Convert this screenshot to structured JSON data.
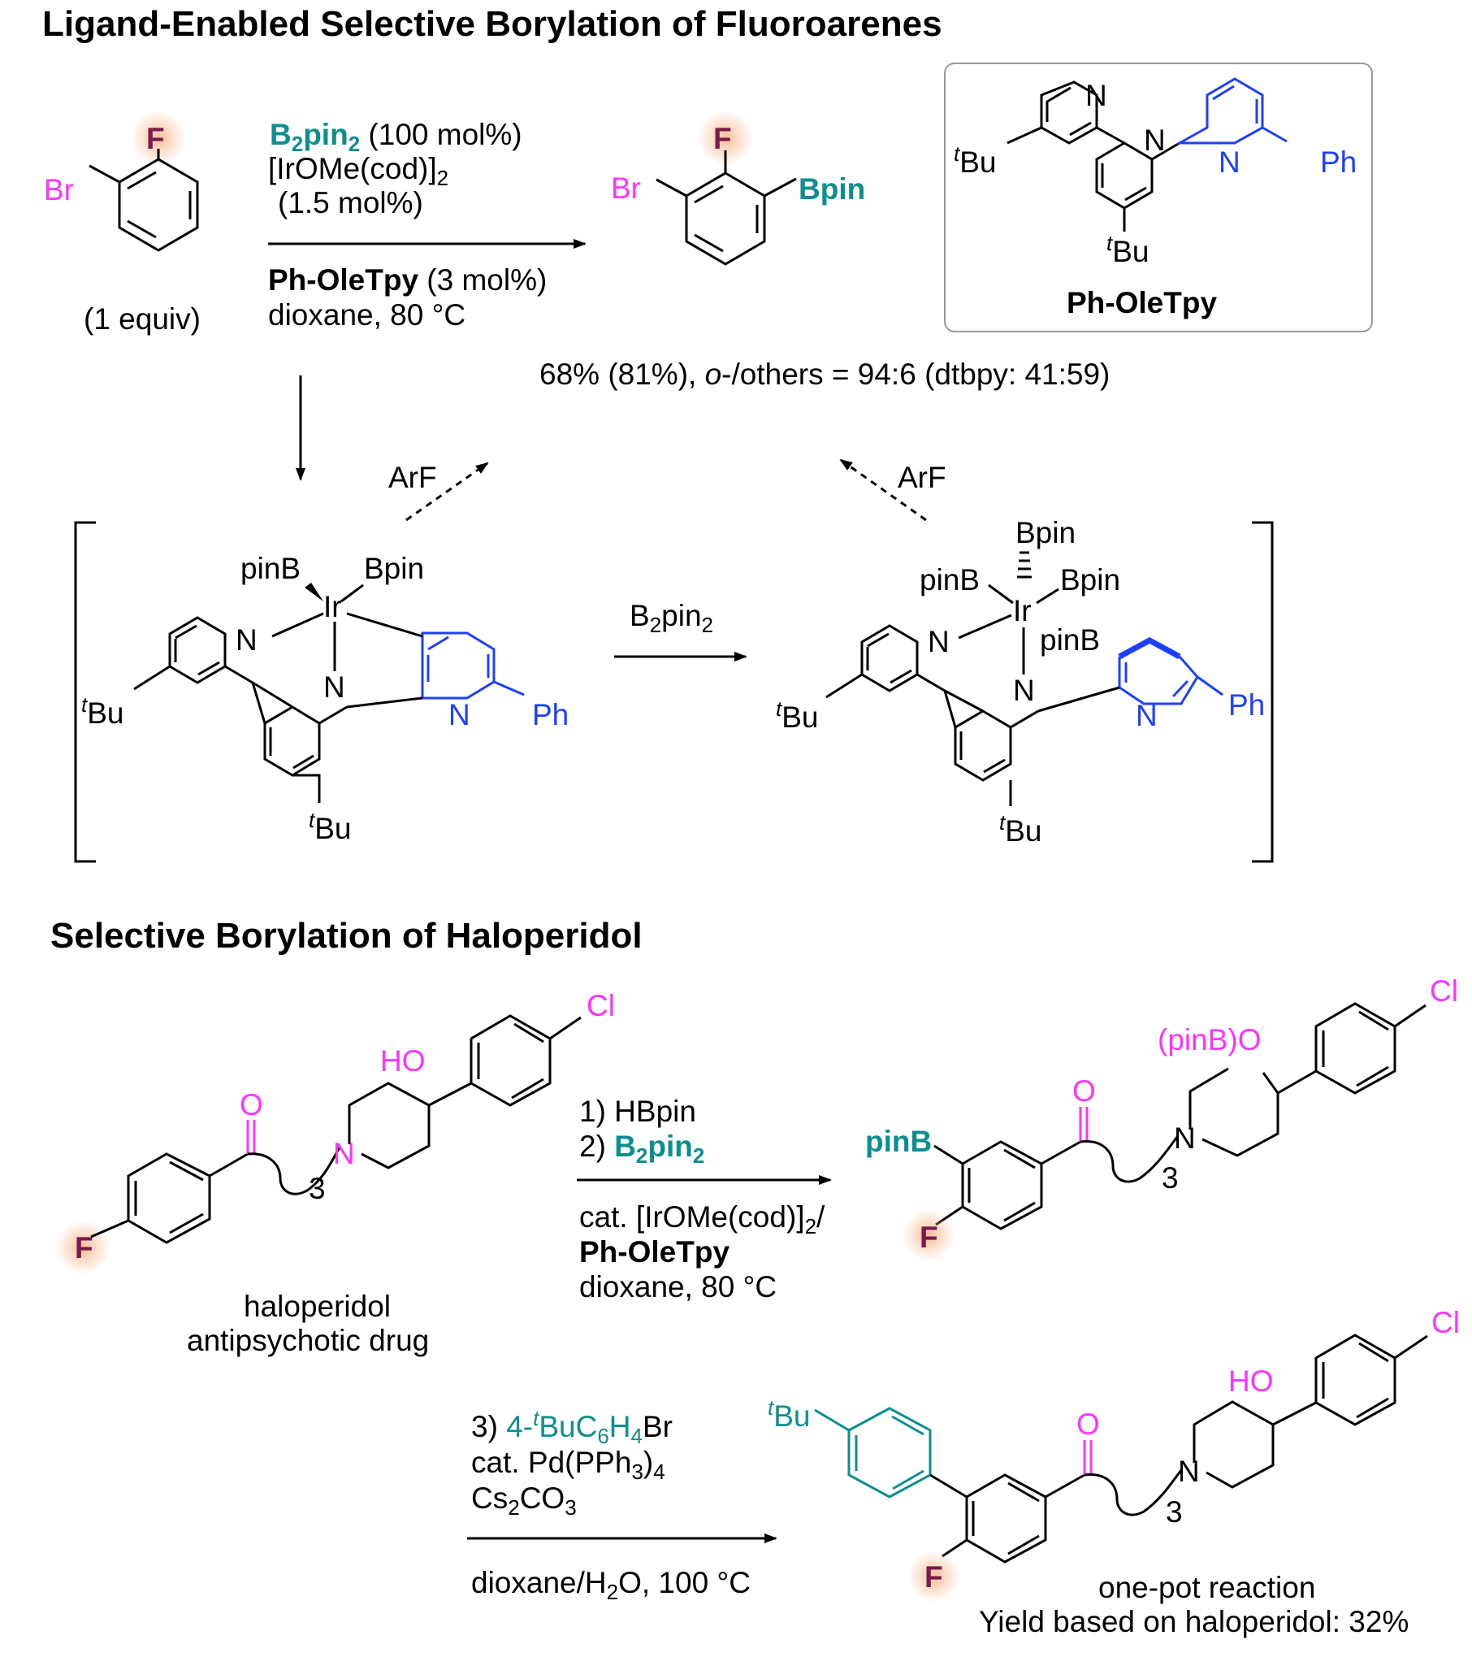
{
  "section1_title": "Ligand-Enabled Selective Borylation of Fluoroarenes",
  "section2_title": "Selective Borylation of Haloperidol",
  "atoms": {
    "F": "F",
    "Br": "Br",
    "N": "N",
    "Ir": "Ir",
    "Bpin": "Bpin",
    "pinB": "pinB",
    "Ph": "Ph",
    "Bu": "Bu",
    "t": "t",
    "O": "O",
    "HO": "HO",
    "Cl": "Cl",
    "pinBO": "(pinB)O",
    "sub3": "3"
  },
  "reaction1": {
    "reactant_equiv": "(1 equiv)",
    "b2pin2_main": "B",
    "b2pin2_sub": "2",
    "b2pin2_pin": "pin",
    "b2pin2_sub2": "2",
    "b2pin2_amount": " (100 mol%)",
    "catalyst": "[IrOMe(cod)]",
    "catalyst_sub": "2",
    "catalyst_amount": "(1.5 mol%)",
    "ligand": "Ph-OleTpy",
    "ligand_amount": " (3 mol%)",
    "solvent": "dioxane, 80 °C",
    "yield_pre": "68% (81%), ",
    "yield_o": "o",
    "yield_post": "-/others = 94:6 (dtbpy: 41:59)",
    "byproduct": "ArF",
    "middle_reagent": "B",
    "middle_sub": "2",
    "middle_pin": "pin",
    "middle_sub2": "2"
  },
  "ligand_box_label": "Ph-OleTpy",
  "haloperidol": {
    "name": "haloperidol",
    "desc": "antipsychotic drug",
    "step1": "1) HBpin",
    "step2_pre": "2) ",
    "step2_b": "B",
    "step2_sub": "2",
    "step2_pin": "pin",
    "step2_sub2": "2",
    "cat": "cat. [IrOMe(cod)]",
    "cat_sub": "2",
    "cat_slash": "/",
    "ligand": "Ph-OleTpy",
    "solvent": "dioxane, 80 °C",
    "step3_pre": "3) ",
    "step3_a": "4-",
    "step3_t": "t",
    "step3_b": "BuC",
    "step3_6": "6",
    "step3_h": "H",
    "step3_4": "4",
    "step3_br": "Br",
    "pd_cat": "cat. Pd(PPh",
    "pd_sub3": "3",
    "pd_close": ")",
    "pd_sub4": "4",
    "base_pre": "Cs",
    "base_sub2": "2",
    "base_co": "CO",
    "base_sub3": "3",
    "solvent2_pre": "dioxane/H",
    "solvent2_sub": "2",
    "solvent2_post": "O, 100 °C",
    "note1": "one-pot reaction",
    "note2": "Yield based on haloperidol: 32%"
  },
  "colors": {
    "pink": "#ff33ff",
    "teal": "#0d8f8f",
    "blue": "#1f3fff",
    "maroon": "#7a1a4a",
    "glow": "#f9c9a8"
  }
}
